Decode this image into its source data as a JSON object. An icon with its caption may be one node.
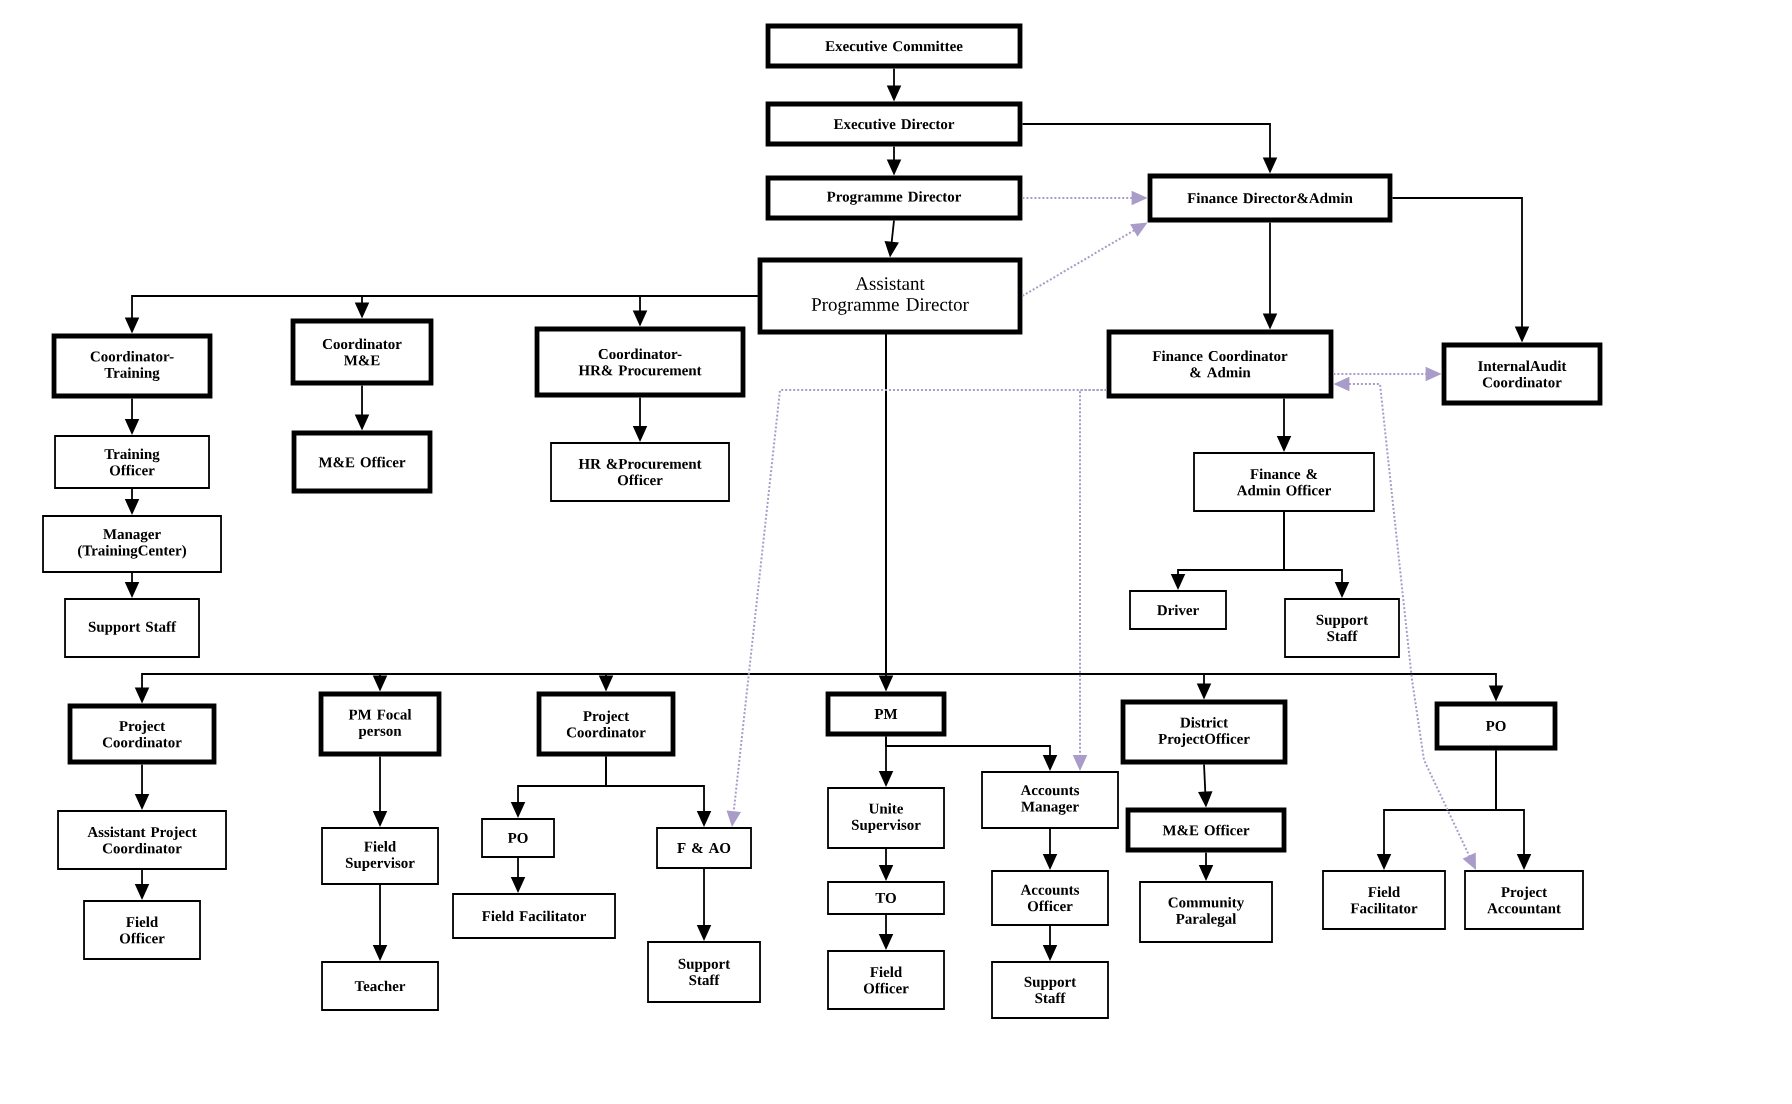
{
  "diagram": {
    "nodes": [
      {
        "text": [
          "Executive Committee"
        ]
      },
      {
        "text": [
          "Executive Director"
        ]
      },
      {
        "text": [
          "Programme Director"
        ]
      },
      {
        "text": [
          "Assistant Programme Director"
        ]
      },
      {
        "text": [
          "Finance Director&Admin"
        ]
      },
      {
        "text": [
          "Coordinator-Training"
        ]
      },
      {
        "text": [
          "Coordinator M&E"
        ]
      },
      {
        "text": [
          "Coordinator-HR& Procurement"
        ]
      },
      {
        "text": [
          "Finance Coordinator & Admin"
        ]
      },
      {
        "text": [
          "InternalAudit Coordinator"
        ]
      },
      {
        "text": [
          "Training Officer"
        ]
      },
      {
        "text": [
          "M&E Officer"
        ]
      },
      {
        "text": [
          "HR &Procurement Officer"
        ]
      },
      {
        "text": [
          "Finance & Admin Officer"
        ]
      },
      {
        "text": [
          "Manager (TrainingCenter)"
        ]
      },
      {
        "text": [
          "Support Staff"
        ]
      },
      {
        "text": [
          "Driver"
        ]
      },
      {
        "text": [
          "Support Staff"
        ]
      },
      {
        "text": [
          "Project Coordinator"
        ]
      },
      {
        "text": [
          "PM Focal person"
        ]
      },
      {
        "text": [
          "Project Coordinator"
        ]
      },
      {
        "text": [
          "PM"
        ]
      },
      {
        "text": [
          "District ProjectOfficer"
        ]
      },
      {
        "text": [
          "PO"
        ]
      },
      {
        "text": [
          "Assistant Project Coordinator"
        ]
      },
      {
        "text": [
          "Field Supervisor"
        ]
      },
      {
        "text": [
          "PO"
        ]
      },
      {
        "text": [
          "F & AO"
        ]
      },
      {
        "text": [
          "Unite Supervisor"
        ]
      },
      {
        "text": [
          "Accounts Manager"
        ]
      },
      {
        "text": [
          "M&E Officer"
        ]
      },
      {
        "text": [
          "Field Facilitator"
        ]
      },
      {
        "text": [
          "Project Accountant"
        ]
      },
      {
        "text": [
          "Field Officer"
        ]
      },
      {
        "text": [
          "Field Facilitator"
        ]
      },
      {
        "text": [
          "TO"
        ]
      },
      {
        "text": [
          "Accounts Officer"
        ]
      },
      {
        "text": [
          "Community Paralegal"
        ]
      },
      {
        "text": [
          "Teacher"
        ]
      },
      {
        "text": [
          "Support Staff"
        ]
      },
      {
        "text": [
          "Field Officer"
        ]
      },
      {
        "text": [
          "Support Staff"
        ]
      }
    ],
    "edges": [
      {
        "from": 0,
        "to": 1,
        "arrow": "to"
      },
      {
        "from": 1,
        "to": 2,
        "arrow": "to"
      },
      {
        "from": 2,
        "to": 3,
        "arrow": "to"
      },
      {
        "from": 1,
        "to": 4,
        "arrow": "to"
      },
      {
        "from": 2,
        "to": 4,
        "arrow": "to",
        "style": "dashed",
        "color": "#a99cc9"
      },
      {
        "from": 3,
        "to": 4,
        "arrow": "to",
        "style": "dashed",
        "color": "#a99cc9"
      },
      {
        "from": 3,
        "to": 5,
        "arrow": "to"
      },
      {
        "from": 3,
        "to": 6,
        "arrow": "to"
      },
      {
        "from": 3,
        "to": 7,
        "arrow": "to"
      },
      {
        "from": 4,
        "to": 8,
        "arrow": "to"
      },
      {
        "from": 4,
        "to": 9,
        "arrow": "to"
      },
      {
        "from": 5,
        "to": 10,
        "arrow": "to"
      },
      {
        "from": 6,
        "to": 11,
        "arrow": "to"
      },
      {
        "from": 7,
        "to": 12,
        "arrow": "to"
      },
      {
        "from": 8,
        "to": 13,
        "arrow": "to"
      },
      {
        "from": 10,
        "to": 14,
        "arrow": "to"
      },
      {
        "from": 14,
        "to": 15,
        "arrow": "to"
      },
      {
        "from": 13,
        "to": 16,
        "arrow": "to"
      },
      {
        "from": 13,
        "to": 17,
        "arrow": "to"
      },
      {
        "from": 3,
        "to": 18,
        "arrow": "to"
      },
      {
        "from": 3,
        "to": 19,
        "arrow": "to"
      },
      {
        "from": 3,
        "to": 20,
        "arrow": "to"
      },
      {
        "from": 3,
        "to": 21,
        "arrow": "to"
      },
      {
        "from": 3,
        "to": 22,
        "arrow": "to"
      },
      {
        "from": 3,
        "to": 23,
        "arrow": "to"
      },
      {
        "from": 18,
        "to": 24,
        "arrow": "to"
      },
      {
        "from": 24,
        "to": 33,
        "arrow": "to"
      },
      {
        "from": 19,
        "to": 25,
        "arrow": "to"
      },
      {
        "from": 25,
        "to": 38,
        "arrow": "to"
      },
      {
        "from": 20,
        "to": 26,
        "arrow": "to"
      },
      {
        "from": 20,
        "to": 27,
        "arrow": "to"
      },
      {
        "from": 26,
        "to": 34,
        "arrow": "to"
      },
      {
        "from": 27,
        "to": 39,
        "arrow": "to"
      },
      {
        "from": 21,
        "to": 28,
        "arrow": "to"
      },
      {
        "from": 21,
        "to": 29,
        "arrow": "to"
      },
      {
        "from": 28,
        "to": 35,
        "arrow": "to"
      },
      {
        "from": 35,
        "to": 40,
        "arrow": "to"
      },
      {
        "from": 29,
        "to": 36,
        "arrow": "to"
      },
      {
        "from": 36,
        "to": 41,
        "arrow": "to"
      },
      {
        "from": 22,
        "to": 30,
        "arrow": "to"
      },
      {
        "from": 30,
        "to": 37,
        "arrow": "to"
      },
      {
        "from": 23,
        "to": 31,
        "arrow": "to"
      },
      {
        "from": 23,
        "to": 32,
        "arrow": "to"
      },
      {
        "from": 8,
        "to": 9,
        "arrow": "to",
        "style": "dashed",
        "color": "#a99cc9"
      },
      {
        "from": 8,
        "to": 29,
        "arrow": "to",
        "style": "dashed",
        "color": "#a99cc9"
      },
      {
        "from": 8,
        "to": 27,
        "arrow": "to",
        "style": "dashed",
        "color": "#a99cc9"
      },
      {
        "from": 8,
        "to": 32,
        "arrow": "both",
        "style": "dashed",
        "color": "#a99cc9"
      }
    ]
  }
}
